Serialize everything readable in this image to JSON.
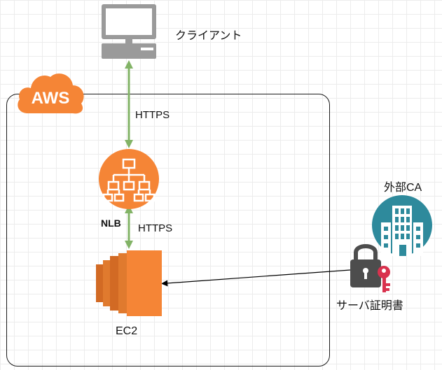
{
  "cloud": {
    "badge_text": "AWS"
  },
  "nodes": {
    "client": {
      "label": "クライアント",
      "icon": "desktop-computer-icon"
    },
    "nlb": {
      "label": "NLB",
      "icon": "elastic-load-balancer-icon"
    },
    "ec2": {
      "label": "EC2",
      "icon": "ec2-instance-icon"
    },
    "external_ca": {
      "label": "外部CA",
      "icon": "office-building-icon"
    },
    "server_cert": {
      "label": "サーバ証明書",
      "icon": "padlock-key-icon"
    }
  },
  "edges": {
    "client_nlb": {
      "label": "HTTPS"
    },
    "nlb_ec2": {
      "label": "HTTPS"
    }
  },
  "colors": {
    "aws_orange": "#F58536",
    "arrow_green": "#82B366",
    "ca_teal": "#2E8A9C",
    "lock_gray": "#4D4D4D",
    "key_red": "#D9324E"
  }
}
